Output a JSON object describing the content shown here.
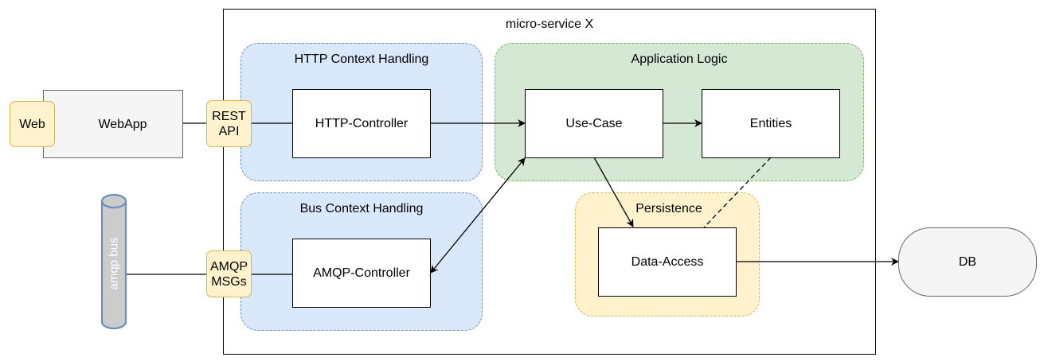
{
  "service": {
    "title": "micro-service X"
  },
  "zones": {
    "http": "HTTP Context Handling",
    "bus": "Bus Context Handling",
    "app": "Application Logic",
    "persistence": "Persistence"
  },
  "components": {
    "webapp": "WebApp",
    "web": "Web",
    "rest_api": "REST API",
    "amqp_msgs": "AMQP MSGs",
    "amqp_bus": "amqp bus",
    "http_controller": "HTTP-Controller",
    "amqp_controller": "AMQP-Controller",
    "use_case": "Use-Case",
    "entities": "Entities",
    "data_access": "Data-Access",
    "db": "DB"
  },
  "colors": {
    "http_zone_fill": "#dae8fc",
    "http_zone_stroke": "#6c8ebf",
    "app_zone_fill": "#d5e8d4",
    "app_zone_stroke": "#82b366",
    "persistence_fill": "#fff2cc",
    "persistence_stroke": "#d6b656",
    "port_fill": "#fff2cc",
    "port_stroke": "#d6b656",
    "external_fill": "#f5f5f5",
    "external_stroke": "#666666",
    "bus_fill": "#cccccc",
    "bus_stroke": "#6c8ebf"
  }
}
